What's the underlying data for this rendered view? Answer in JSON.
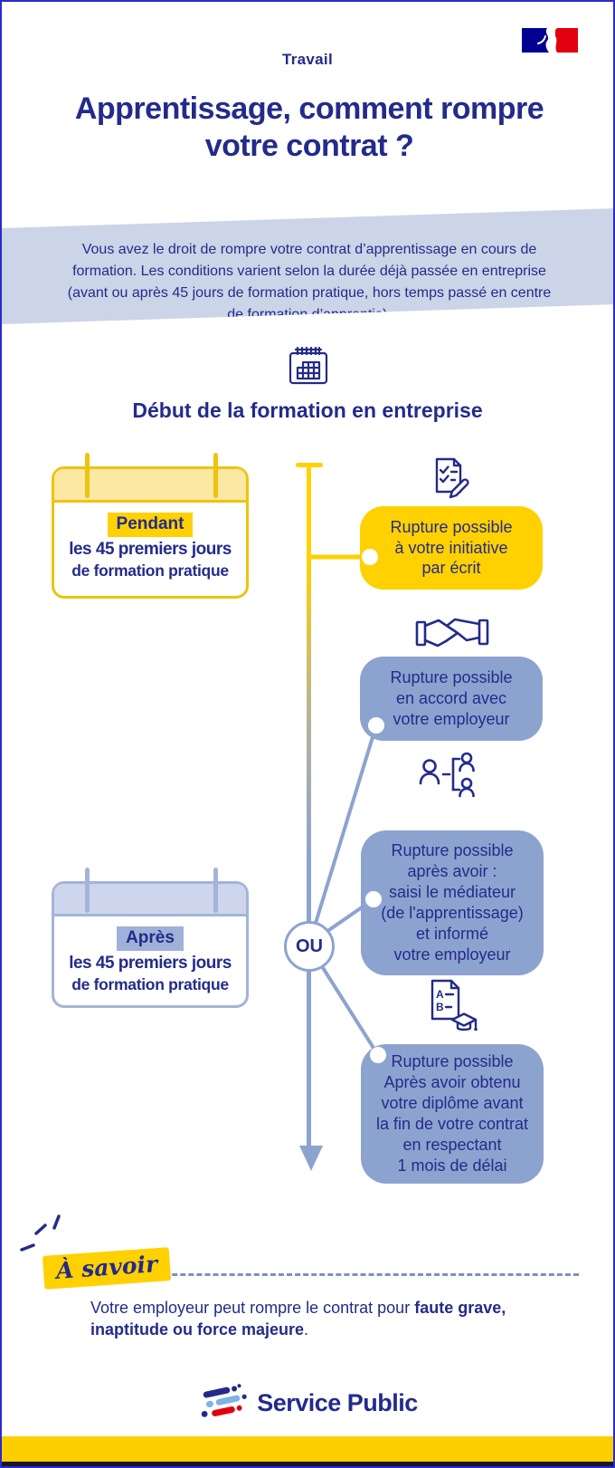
{
  "header": {
    "category": "Travail",
    "title": "Apprentissage, comment rompre votre contrat ?"
  },
  "intro": {
    "text": "Vous avez le droit de rompre votre contrat d’apprentissage en cours de formation. Les conditions varient selon la durée déjà passée en entreprise (avant ou après 45 jours de formation pratique, hors temps passé en centre de formation d’apprentis)."
  },
  "timeline": {
    "heading": "Début de la formation en entreprise",
    "or_label": "OU"
  },
  "period_cards": [
    {
      "theme": "yellow",
      "highlight": "Pendant",
      "line1": "les 45 premiers jours",
      "line2": "de formation pratique"
    },
    {
      "theme": "blue",
      "highlight": "Après",
      "line1": "les 45 premiers jours",
      "line2": "de formation pratique"
    }
  ],
  "options": [
    {
      "theme": "yellow",
      "icon": "document-checklist-pencil-icon",
      "lines": [
        "Rupture possible",
        "à votre initiative",
        "par écrit"
      ]
    },
    {
      "theme": "blue",
      "icon": "handshake-icon",
      "lines": [
        "Rupture possible",
        "en accord avec",
        "votre employeur"
      ]
    },
    {
      "theme": "blue",
      "icon": "mediator-people-icon",
      "lines": [
        "Rupture possible",
        "après avoir :",
        "saisi le médiateur",
        "(de l'apprentissage)",
        "et informé",
        "votre employeur"
      ]
    },
    {
      "theme": "blue",
      "icon": "diploma-grades-icon",
      "lines": [
        "Rupture possible",
        "Après avoir obtenu",
        "votre diplôme avant",
        "la fin de votre contrat",
        "en respectant",
        "1 mois de délai"
      ]
    }
  ],
  "note": {
    "label": "À savoir",
    "text_regular": "Votre employeur peut rompre le contrat pour ",
    "text_bold": "faute grave, inaptitude ou force majeure",
    "text_end": "."
  },
  "footer": {
    "brand": "Service Public"
  },
  "colors": {
    "navy_text": "#232b8a",
    "yellow": "#ffd100",
    "light_yellow": "#fbe8a3",
    "periwinkle_bubble": "#8da3cf",
    "intro_band": "#ccd4e8",
    "flag_blue": "#000091",
    "flag_red": "#e1000f",
    "footer_band": "#fdcf00"
  }
}
